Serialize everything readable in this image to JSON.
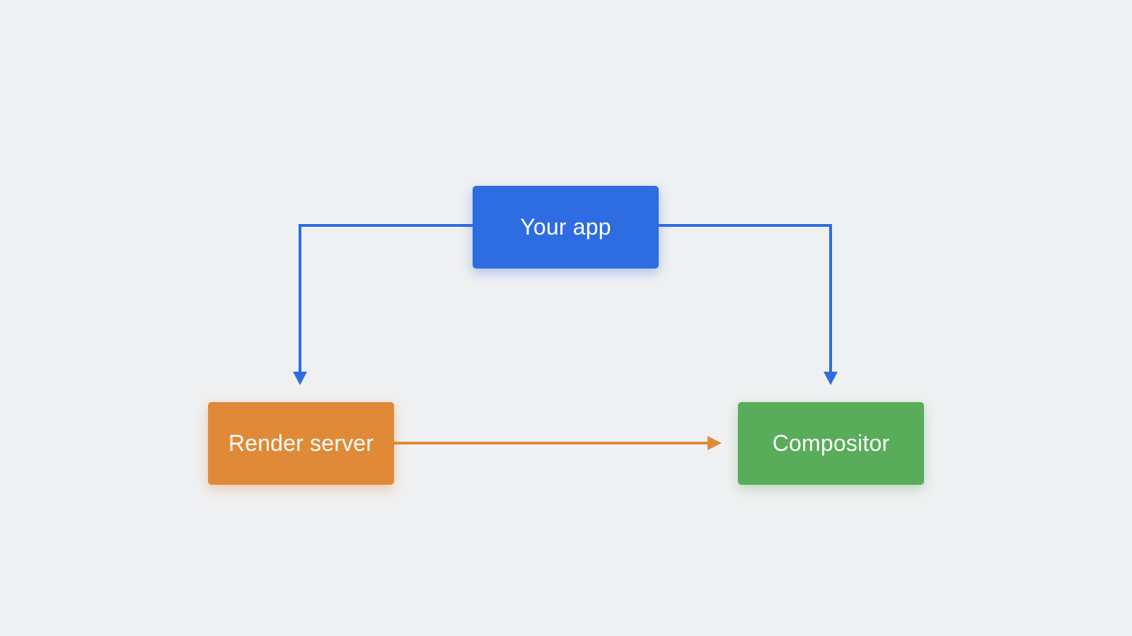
{
  "colors": {
    "background": "#eff0f2",
    "app": "#2e6ce2",
    "render": "#e08a38",
    "compositor": "#58ac5a",
    "text": "#ffffff"
  },
  "nodes": {
    "app": {
      "label": "Your app"
    },
    "render_server": {
      "label": "Render server"
    },
    "compositor": {
      "label": "Compositor"
    }
  },
  "edges": [
    {
      "from": "app",
      "to": "render_server",
      "color": "#2e6ce2"
    },
    {
      "from": "app",
      "to": "compositor",
      "color": "#2e6ce2"
    },
    {
      "from": "render_server",
      "to": "compositor",
      "color": "#e08a38"
    }
  ]
}
